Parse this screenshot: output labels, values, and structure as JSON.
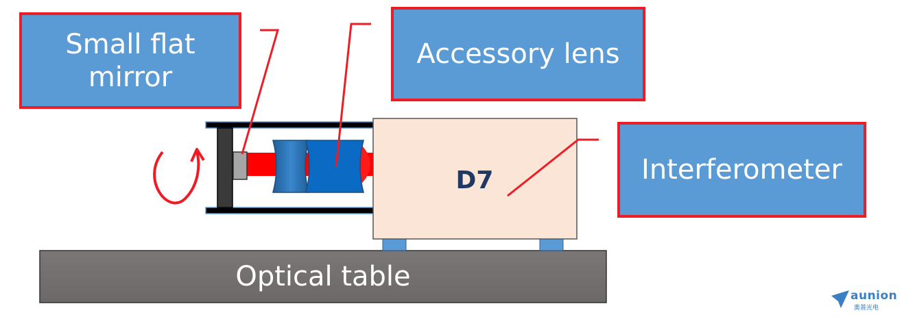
{
  "labels": {
    "mirror": "Small flat\nmirror",
    "lens": "Accessory lens",
    "interferometer": "Interferometer",
    "table": "Optical table",
    "instrument": "D7"
  },
  "logo": {
    "word": "aunion",
    "sub": "奥普光电",
    "color": "#3b7fc4"
  },
  "colors": {
    "callout_fill": "#5b9bd5",
    "callout_border": "#ee1c25",
    "leader_line": "#ee1c25",
    "beam": "#ff0000",
    "table": "#767171",
    "interferometer_body": "#fbe5d6",
    "lens": "#2e75b6",
    "frame": "#000000"
  }
}
